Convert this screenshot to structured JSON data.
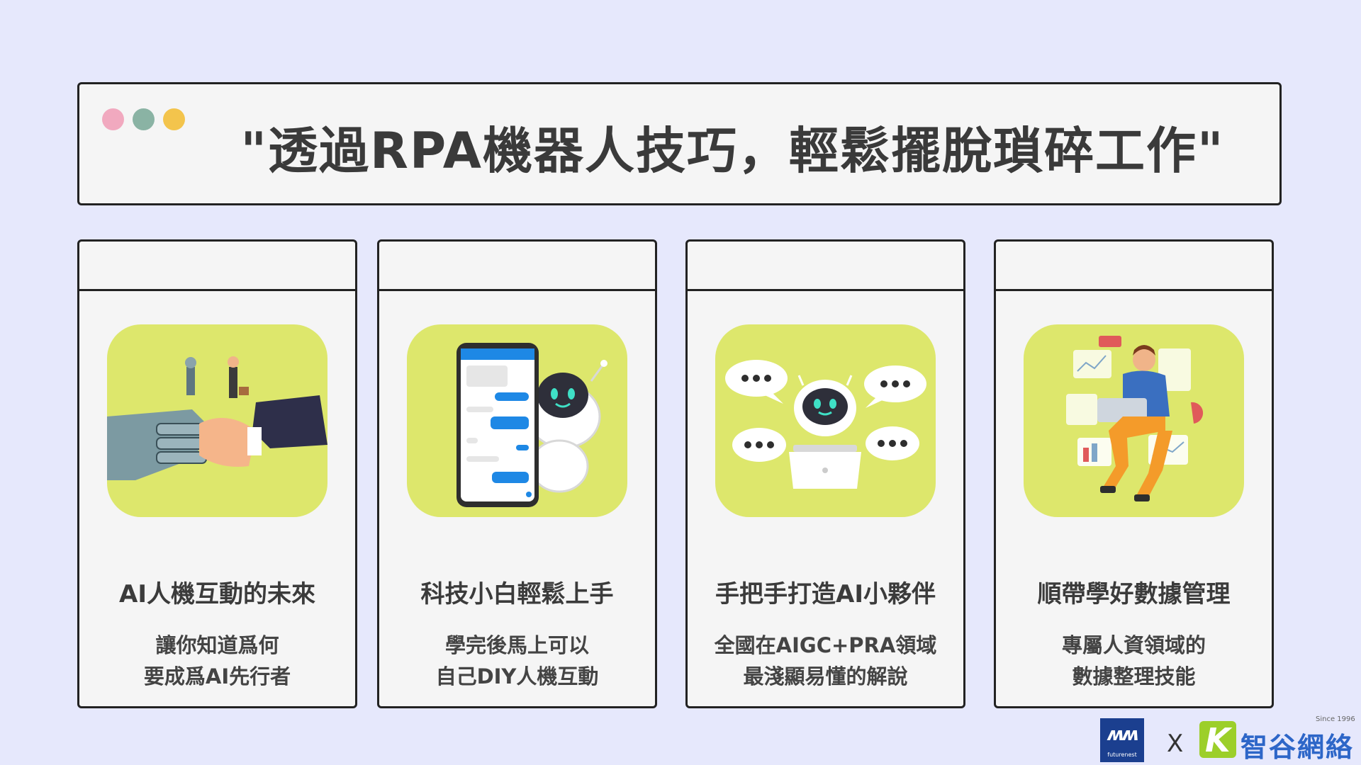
{
  "title": "\"透過RPA機器人技巧，輕鬆擺脫瑣碎工作\"",
  "window_dots": [
    "#f1a9bf",
    "#8ab3a4",
    "#f3c44c"
  ],
  "cards": [
    {
      "title": "AI人機互動的未來",
      "line1": "讓你知道爲何",
      "line2": "要成爲AI先行者",
      "illustration": "handshake-robot-human"
    },
    {
      "title": "科技小白輕鬆上手",
      "line1": "學完後馬上可以",
      "line2": "自己DIY人機互動",
      "illustration": "phone-chatbot"
    },
    {
      "title": "手把手打造AI小夥伴",
      "line1": "全國在AIGC+PRA領域",
      "line2": "最淺顯易懂的解說",
      "illustration": "robot-chat-bubbles"
    },
    {
      "title": "順帶學好數據管理",
      "line1": "專屬人資領域的",
      "line2": "數據整理技能",
      "illustration": "person-laptop-data"
    }
  ],
  "footer": {
    "brand1_mark": "ʍʍ",
    "brand1_name": "futurenest",
    "separator": "X",
    "brand2_mark": "K",
    "brand2_name": "智谷網絡",
    "brand2_since": "Since 1996"
  },
  "colors": {
    "background": "#e6e8fc",
    "card_bg": "#f5f5f5",
    "illustration_bg": "#dde76c",
    "brand2": "#2d66c8"
  }
}
